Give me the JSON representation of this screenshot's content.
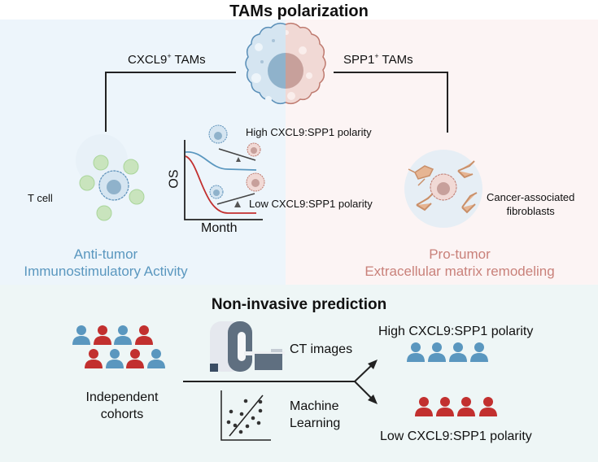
{
  "top": {
    "title": "TAMs polarization",
    "left_branch": {
      "label": "CXCL9",
      "sup": "+",
      "suffix": " TAMs"
    },
    "right_branch": {
      "label": "SPP1",
      "sup": "+",
      "suffix": " TAMs"
    },
    "left_panel": {
      "cell_label": "T cell",
      "caption_line1": "Anti-tumor",
      "caption_line2": "Immunostimulatory Activity"
    },
    "survival_plot": {
      "ylabel": "OS",
      "xlabel": "Month",
      "high_label": "High CXCL9:SPP1 polarity",
      "low_label": "Low CXCL9:SPP1 polarity"
    },
    "right_panel": {
      "cell_label_line1": "Cancer-associated",
      "cell_label_line2": "fibroblasts",
      "caption_line1": "Pro-tumor",
      "caption_line2": "Extracellular matrix remodeling"
    }
  },
  "bottom": {
    "title": "Non-invasive prediction",
    "cohorts_line1": "Independent",
    "cohorts_line2": "cohorts",
    "ct_label": "CT images",
    "ml_line1": "Machine",
    "ml_line2": "Learning",
    "high_label": "High CXCL9:SPP1 polarity",
    "low_label": "Low CXCL9:SPP1 polarity"
  },
  "colors": {
    "blue": "#5a97bf",
    "red": "#c2302f",
    "pink_text": "#c9817a",
    "tcell_green": "#a9d59a"
  }
}
